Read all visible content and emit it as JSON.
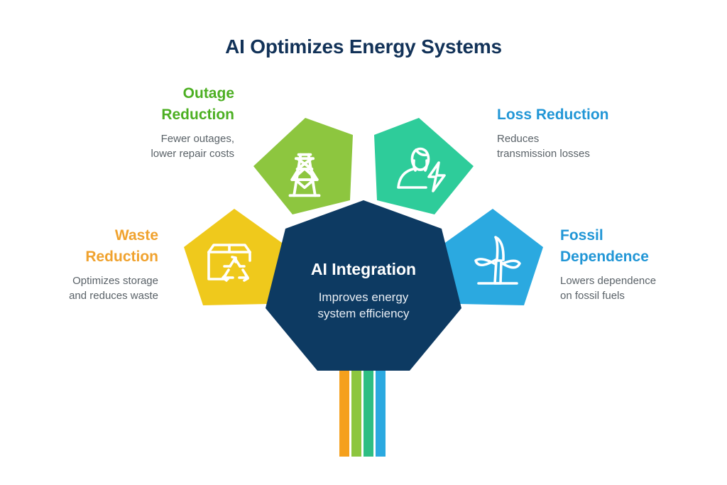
{
  "page": {
    "title": "AI Optimizes Energy Systems",
    "background_color": "#ffffff",
    "title_color": "#123258"
  },
  "center": {
    "name": "AI Integration",
    "title": "AI Integration",
    "subtitle_line1": "Improves energy",
    "subtitle_line2": "system efficiency",
    "shape": "heptagon",
    "color": "#0d3a62"
  },
  "nodes": [
    {
      "id": "outage-reduction",
      "title_line1": "Outage",
      "title_line2": "Reduction",
      "desc_line1": "Fewer outages,",
      "desc_line2": "lower repair costs",
      "color": "#8dc63f",
      "title_color": "#4caf22",
      "icon": "transmission-tower-icon",
      "shape": "pentagon"
    },
    {
      "id": "loss-reduction",
      "title_line1": "Loss Reduction",
      "title_line2": "",
      "desc_line1": "Reduces",
      "desc_line2": "transmission losses",
      "color": "#2ecc9a",
      "title_color": "#2196d6",
      "icon": "person-lightning-icon",
      "shape": "pentagon"
    },
    {
      "id": "waste-reduction",
      "title_line1": "Waste",
      "title_line2": "Reduction",
      "desc_line1": "Optimizes storage",
      "desc_line2": "and reduces waste",
      "color": "#efc91c",
      "title_color": "#f0a22e",
      "icon": "box-recycle-icon",
      "shape": "pentagon"
    },
    {
      "id": "fossil-dependence",
      "title_line1": "Fossil",
      "title_line2": "Dependence",
      "desc_line1": "Lowers dependence",
      "desc_line2": "on fossil fuels",
      "color": "#2ba9e0",
      "title_color": "#2196d6",
      "icon": "wind-turbine-icon",
      "shape": "pentagon"
    }
  ],
  "stem": {
    "name": "color-stem",
    "bars": [
      {
        "color": "#f5a01c"
      },
      {
        "color": "#8dc63f"
      },
      {
        "color": "#2ebe83"
      },
      {
        "color": "#2ba9e0"
      }
    ]
  },
  "desc_color": "#5a6268"
}
